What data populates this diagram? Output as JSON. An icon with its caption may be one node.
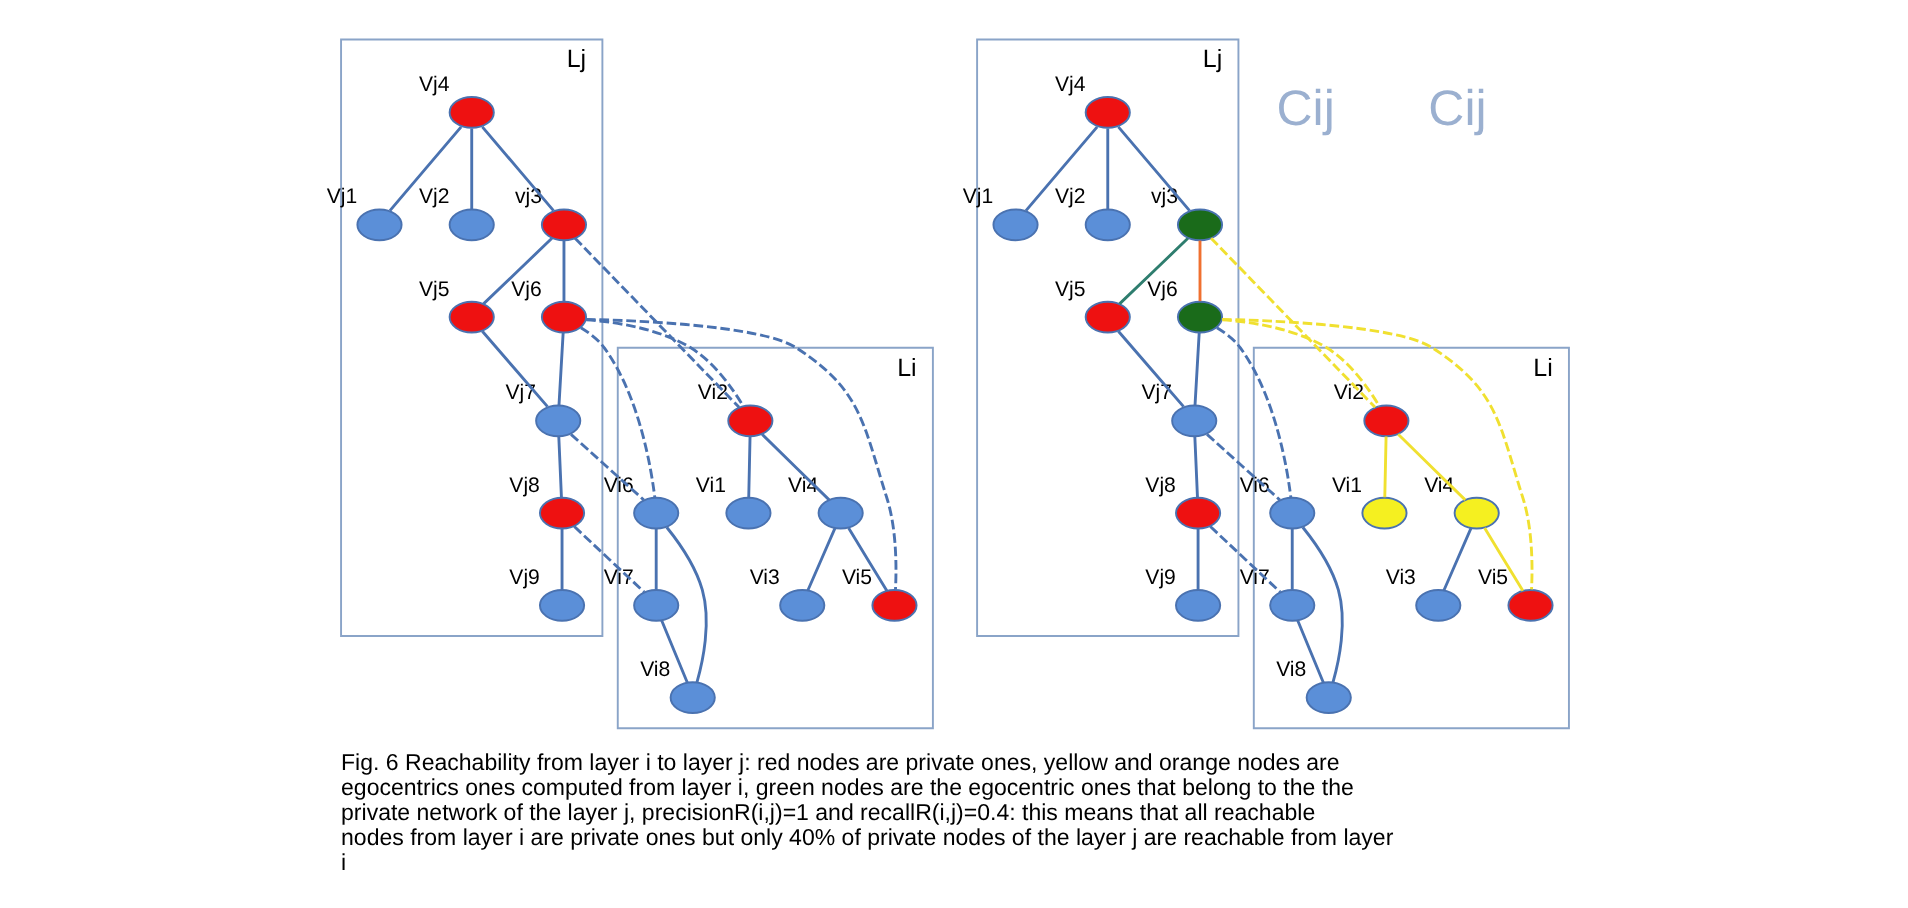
{
  "diagram": {
    "caption": "Fig. 6 Reachability from layer i to layer j: red nodes are private ones, yellow and orange nodes are egocentrics ones computed from layer i, green nodes are the egocentric ones that belong to the the private network of the layer j, precisionR(i,j)=1 and recallR(i,j)=0.4: this means that all reachable nodes from layer i are private ones but only 40% of private nodes of the layer j are reachable from layer i",
    "nodes": [
      {
        "text": [
          "Lj"
        ]
      },
      {
        "text": [],
        "shape": "circle",
        "beside": [
          "Vj1"
        ],
        "in": 0
      },
      {
        "text": [],
        "shape": "circle",
        "beside": [
          "Vj2"
        ],
        "in": 0
      },
      {
        "text": [],
        "shape": "circle",
        "beside": [
          "vj3"
        ],
        "in": 0
      },
      {
        "text": [],
        "shape": "circle",
        "beside": [
          "Vj4"
        ],
        "in": 0
      },
      {
        "text": [],
        "shape": "circle",
        "beside": [
          "Vj5"
        ],
        "in": 0
      },
      {
        "text": [],
        "shape": "circle",
        "beside": [
          "Vj6"
        ],
        "in": 0
      },
      {
        "text": [],
        "shape": "circle",
        "beside": [
          "Vj7"
        ],
        "in": 0
      },
      {
        "text": [],
        "shape": "circle",
        "beside": [
          "Vj8"
        ],
        "in": 0
      },
      {
        "text": [],
        "shape": "circle",
        "beside": [
          "Vj9"
        ],
        "in": 0
      },
      {
        "text": [
          "Li"
        ]
      },
      {
        "text": [],
        "shape": "circle",
        "beside": [
          "Vi1"
        ],
        "in": 10
      },
      {
        "text": [],
        "shape": "circle",
        "beside": [
          "Vi2"
        ],
        "in": 10
      },
      {
        "text": [],
        "shape": "circle",
        "beside": [
          "Vi3"
        ],
        "in": 10
      },
      {
        "text": [],
        "shape": "circle",
        "beside": [
          "Vi4"
        ],
        "in": 10
      },
      {
        "text": [],
        "shape": "circle",
        "beside": [
          "Vi5"
        ],
        "in": 10
      },
      {
        "text": [],
        "shape": "circle",
        "beside": [
          "Vi6"
        ],
        "in": 10
      },
      {
        "text": [],
        "shape": "circle",
        "beside": [
          "Vi7"
        ],
        "in": 10
      },
      {
        "text": [],
        "shape": "circle",
        "beside": [
          "Vi8"
        ],
        "in": 10
      },
      {
        "text": [
          "Lj"
        ]
      },
      {
        "text": [],
        "shape": "circle",
        "beside": [
          "Vj1"
        ],
        "in": 19
      },
      {
        "text": [],
        "shape": "circle",
        "beside": [
          "Vj2"
        ],
        "in": 19
      },
      {
        "text": [],
        "shape": "circle",
        "beside": [
          "vj3"
        ],
        "in": 19
      },
      {
        "text": [],
        "shape": "circle",
        "beside": [
          "Vj4"
        ],
        "in": 19
      },
      {
        "text": [],
        "shape": "circle",
        "beside": [
          "Vj5"
        ],
        "in": 19
      },
      {
        "text": [],
        "shape": "circle",
        "beside": [
          "Vj6"
        ],
        "in": 19
      },
      {
        "text": [],
        "shape": "circle",
        "beside": [
          "Vj7"
        ],
        "in": 19
      },
      {
        "text": [],
        "shape": "circle",
        "beside": [
          "Vj8"
        ],
        "in": 19
      },
      {
        "text": [],
        "shape": "circle",
        "beside": [
          "Vj9"
        ],
        "in": 19
      },
      {
        "text": [
          "Li"
        ]
      },
      {
        "text": [],
        "shape": "circle",
        "beside": [
          "Vi1"
        ],
        "in": 29
      },
      {
        "text": [],
        "shape": "circle",
        "beside": [
          "Vi2"
        ],
        "in": 29
      },
      {
        "text": [],
        "shape": "circle",
        "beside": [
          "Vi3"
        ],
        "in": 29
      },
      {
        "text": [],
        "shape": "circle",
        "beside": [
          "Vi4"
        ],
        "in": 29
      },
      {
        "text": [],
        "shape": "circle",
        "beside": [
          "Vi5"
        ],
        "in": 29
      },
      {
        "text": [],
        "shape": "circle",
        "beside": [
          "Vi6"
        ],
        "in": 29
      },
      {
        "text": [],
        "shape": "circle",
        "beside": [
          "Vi7"
        ],
        "in": 29
      },
      {
        "text": [],
        "shape": "circle",
        "beside": [
          "Vi8"
        ],
        "in": 29
      }
    ],
    "edges": [
      {
        "from": 4,
        "to": 1,
        "arrow": "none"
      },
      {
        "from": 4,
        "to": 2,
        "arrow": "none"
      },
      {
        "from": 4,
        "to": 3,
        "arrow": "none"
      },
      {
        "from": 3,
        "to": 5,
        "arrow": "none"
      },
      {
        "from": 3,
        "to": 6,
        "arrow": "none"
      },
      {
        "from": 5,
        "to": 7,
        "arrow": "none"
      },
      {
        "from": 6,
        "to": 7,
        "arrow": "none"
      },
      {
        "from": 7,
        "to": 8,
        "arrow": "none"
      },
      {
        "from": 8,
        "to": 9,
        "arrow": "none"
      },
      {
        "from": 3,
        "to": 12,
        "arrow": "none",
        "style": "dashed"
      },
      {
        "from": 6,
        "to": 12,
        "arrow": "none",
        "style": "dashed"
      },
      {
        "from": 6,
        "to": 15,
        "arrow": "none",
        "style": "dashed"
      },
      {
        "from": 6,
        "to": 16,
        "arrow": "none",
        "style": "dashed"
      },
      {
        "from": 7,
        "to": 16,
        "arrow": "none",
        "style": "dashed"
      },
      {
        "from": 8,
        "to": 17,
        "arrow": "none",
        "style": "dashed"
      },
      {
        "from": 12,
        "to": 11,
        "arrow": "none"
      },
      {
        "from": 12,
        "to": 14,
        "arrow": "none"
      },
      {
        "from": 14,
        "to": 13,
        "arrow": "none"
      },
      {
        "from": 14,
        "to": 15,
        "arrow": "none"
      },
      {
        "from": 16,
        "to": 17,
        "arrow": "none"
      },
      {
        "from": 16,
        "to": 18,
        "arrow": "none"
      },
      {
        "from": 17,
        "to": 18,
        "arrow": "none"
      },
      {
        "from": 23,
        "to": 20,
        "arrow": "none"
      },
      {
        "from": 23,
        "to": 21,
        "arrow": "none"
      },
      {
        "from": 23,
        "to": 22,
        "arrow": "none"
      },
      {
        "from": 22,
        "to": 24,
        "arrow": "none",
        "color": "#2e7d6e"
      },
      {
        "from": 22,
        "to": 25,
        "arrow": "none",
        "color": "#f07030"
      },
      {
        "from": 24,
        "to": 26,
        "arrow": "none"
      },
      {
        "from": 25,
        "to": 26,
        "arrow": "none"
      },
      {
        "from": 26,
        "to": 27,
        "arrow": "none"
      },
      {
        "from": 27,
        "to": 28,
        "arrow": "none"
      },
      {
        "from": 22,
        "to": 31,
        "arrow": "none",
        "style": "dashed",
        "color": "#f0e030"
      },
      {
        "from": 25,
        "to": 31,
        "arrow": "none",
        "style": "dashed",
        "color": "#f0e030"
      },
      {
        "from": 25,
        "to": 34,
        "arrow": "none",
        "style": "dashed",
        "color": "#f0e030"
      },
      {
        "from": 25,
        "to": 35,
        "arrow": "none",
        "style": "dashed"
      },
      {
        "from": 26,
        "to": 35,
        "arrow": "none",
        "style": "dashed"
      },
      {
        "from": 27,
        "to": 36,
        "arrow": "none",
        "style": "dashed"
      },
      {
        "from": 31,
        "to": 30,
        "arrow": "none",
        "color": "#f0e030"
      },
      {
        "from": 31,
        "to": 33,
        "arrow": "none",
        "color": "#f0e030"
      },
      {
        "from": 33,
        "to": 32,
        "arrow": "none"
      },
      {
        "from": 33,
        "to": 34,
        "arrow": "none",
        "color": "#f0e030"
      },
      {
        "from": 35,
        "to": 36,
        "arrow": "none"
      },
      {
        "from": 35,
        "to": 37,
        "arrow": "none"
      },
      {
        "from": 36,
        "to": 37,
        "arrow": "none"
      }
    ],
    "labels": [
      "Cij",
      "Cij"
    ]
  }
}
